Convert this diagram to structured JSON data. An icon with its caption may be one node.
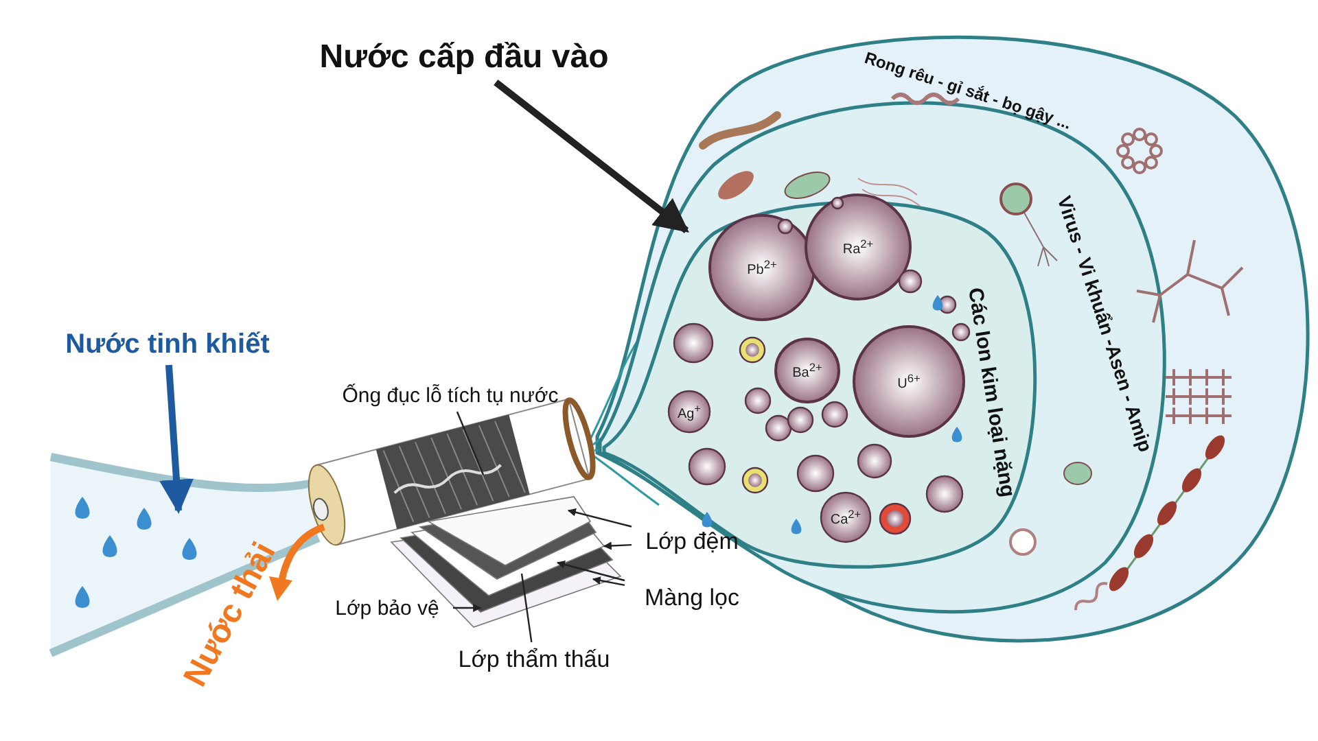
{
  "diagram": {
    "nodes": [
      {
        "text": [
          "Nước cấp đầu vào"
        ]
      },
      {
        "text": [
          "Rong rêu - gỉ sắt - bọ gậy ..."
        ]
      },
      {
        "text": [
          "Virus - Vi khuẩn -Asen - Amip"
        ],
        "in": 1
      },
      {
        "text": [
          "Các Ion kim loại nặng"
        ],
        "in": 2
      },
      {
        "text": [
          "Nước tinh khiết"
        ]
      },
      {
        "text": [
          "Ống đục lỗ tích tụ nước"
        ]
      },
      {
        "text": [
          "Lớp đệm"
        ]
      },
      {
        "text": [
          "Màng lọc"
        ]
      },
      {
        "text": [
          "Lớp bảo vệ"
        ]
      },
      {
        "text": [
          "Lớp thẩm thấu"
        ]
      },
      {
        "text": [],
        "shape": "picture"
      },
      {
        "text": [],
        "shape": "picture"
      }
    ],
    "edges": [
      {
        "from": 0,
        "to": 3,
        "arrow": "to",
        "style": "thick"
      },
      {
        "from": 4,
        "to": 10,
        "arrow": "to",
        "style": "thick",
        "color": "#1e5aa0"
      },
      {
        "from": 5,
        "to": 11,
        "arrow": "none"
      },
      {
        "from": 6,
        "to": 11,
        "arrow": "to"
      },
      {
        "from": 6,
        "to": 11,
        "arrow": "to"
      },
      {
        "from": 7,
        "to": 11,
        "arrow": "to"
      },
      {
        "from": 7,
        "to": 11,
        "arrow": "to"
      },
      {
        "from": 8,
        "to": 11,
        "arrow": "to"
      },
      {
        "from": 9,
        "to": 11,
        "arrow": "none"
      }
    ],
    "labels": [
      "Nước thải",
      "Pb$^{2+}$",
      "Ra$^{2+}$",
      "Ba$^{2+}$",
      "U$^{6+}$",
      "Ag$^{+}$",
      "Ca$^{2+}$"
    ]
  }
}
